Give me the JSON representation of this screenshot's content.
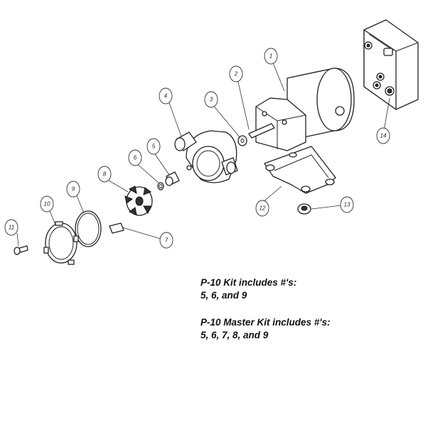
{
  "callouts": [
    "1",
    "2",
    "3",
    "4",
    "5",
    "6",
    "7",
    "8",
    "9",
    "10",
    "11",
    "12",
    "13",
    "14"
  ],
  "kits": [
    {
      "title": "P-10 Kit includes #'s:",
      "parts": "5, 6,  and 9"
    },
    {
      "title": "P-10 Master Kit includes #'s:",
      "parts": "5, 6, 7, 8, and 9"
    }
  ]
}
